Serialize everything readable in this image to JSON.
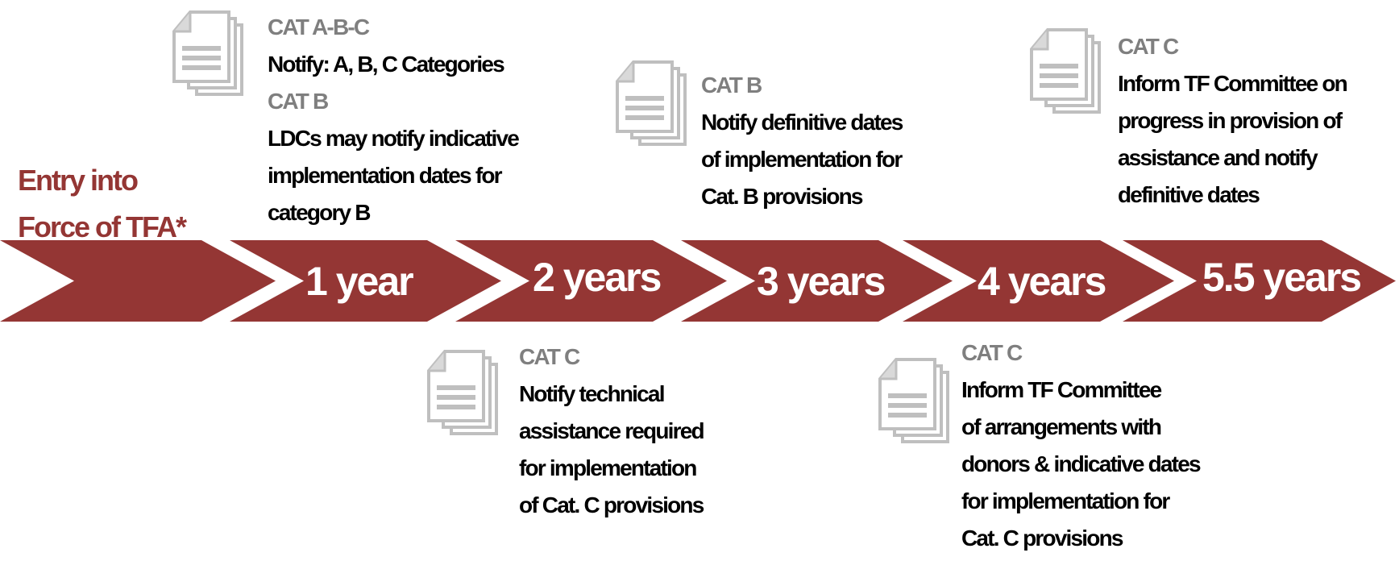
{
  "colors": {
    "arrow": "#943634",
    "entry_text": "#943634",
    "category": "#7f7f7f",
    "body_text": "#000000",
    "icon": "#bfbfbf"
  },
  "entry": {
    "line1": "Entry into",
    "line2": "Force of TFA*"
  },
  "stages": [
    {
      "label": "1 year"
    },
    {
      "label": "2 years"
    },
    {
      "label": "3 years"
    },
    {
      "label": "4 years"
    },
    {
      "label": "5.5 years"
    }
  ],
  "notes": {
    "year1": {
      "icon": "document-stack-icon",
      "cat1": "CAT A-B-C",
      "text1": "Notify: A, B, C Categories",
      "cat2": "CAT B",
      "text2_line1": "LDCs may notify indicative",
      "text2_line2": "implementation dates for",
      "text2_line3": "category B"
    },
    "year2": {
      "icon": "document-stack-icon",
      "cat": "CAT C",
      "line1": "Notify technical",
      "line2": "assistance required",
      "line3": "for implementation",
      "line4": "of Cat. C provisions"
    },
    "year3": {
      "icon": "document-stack-icon",
      "cat": "CAT B",
      "line1": "Notify definitive dates",
      "line2": "of implementation for",
      "line3": "Cat. B provisions"
    },
    "year4": {
      "icon": "document-stack-icon",
      "cat": "CAT C",
      "line1": "Inform TF Committee",
      "line2": "of arrangements with",
      "line3": "donors & indicative dates",
      "line4": "for implementation for",
      "line5": "Cat. C provisions"
    },
    "year55": {
      "icon": "document-stack-icon",
      "cat": "CAT C",
      "line1": "Inform TF Committee on",
      "line2": "progress in provision of",
      "line3": "assistance and notify",
      "line4": "definitive dates"
    }
  }
}
